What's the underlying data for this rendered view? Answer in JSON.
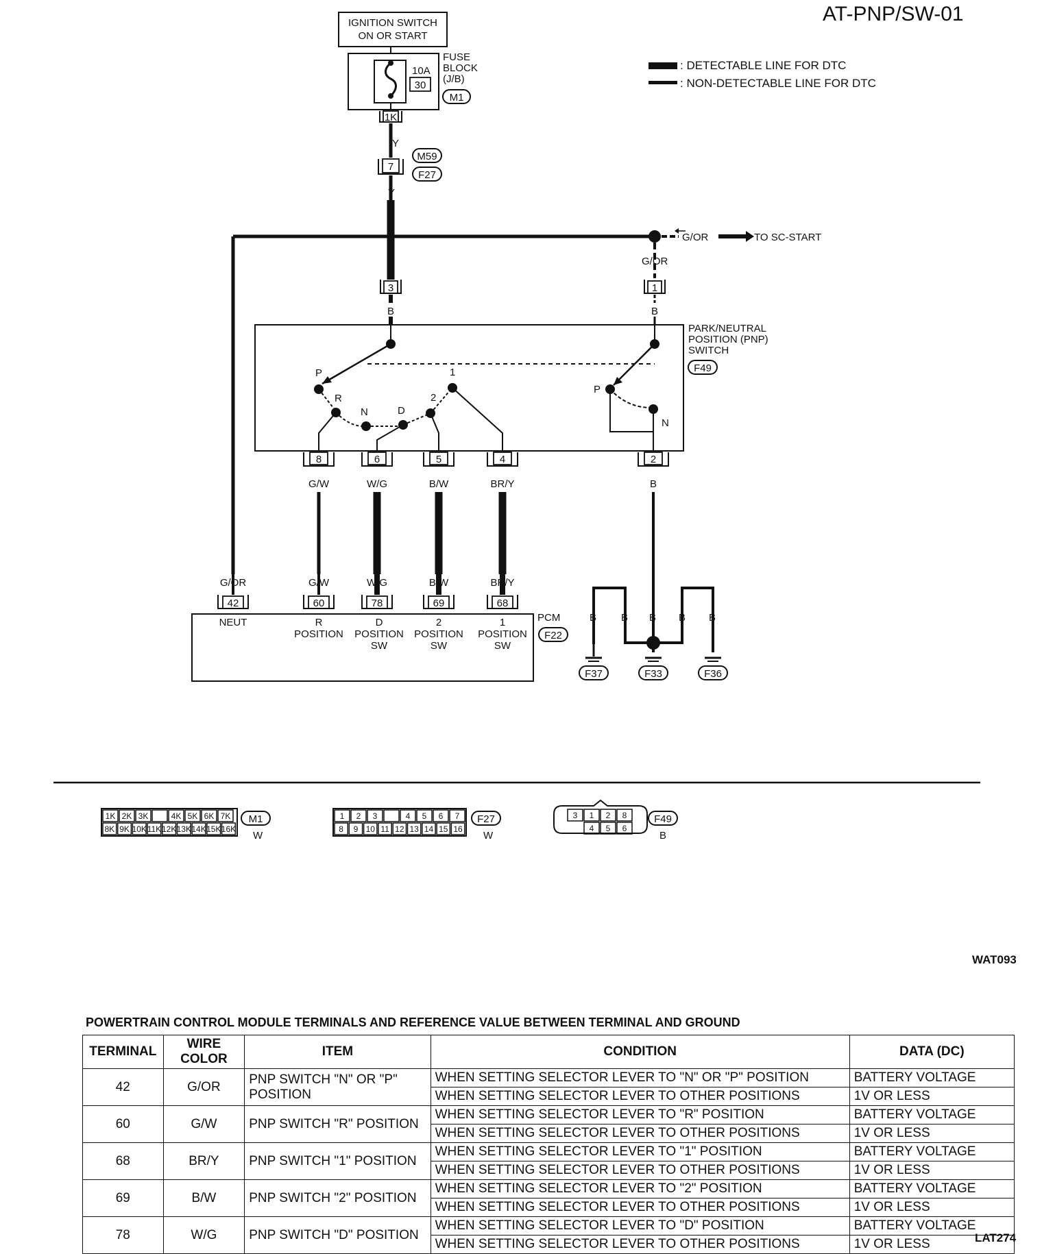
{
  "page_code": "AT-PNP/SW-01",
  "figure_code": "WAT093",
  "footer_code": "LAT274",
  "legend": {
    "detectable": ": DETECTABLE LINE FOR DTC",
    "non_detectable": ": NON-DETECTABLE LINE FOR DTC"
  },
  "power": {
    "ignition_line1": "IGNITION SWITCH",
    "ignition_line2": "ON OR START",
    "fuse_block_line1": "FUSE",
    "fuse_block_line2": "BLOCK",
    "fuse_block_line3": "(J/B)",
    "fuse_amp": "10A",
    "fuse_number": "30",
    "fuse_connector": "M1",
    "fuse_terminal": "1K"
  },
  "junction": {
    "terminal": "7",
    "connector_a": "M59",
    "connector_b": "F27",
    "wire_color": "Y"
  },
  "sc_start": {
    "wire_color": "G/OR",
    "label": "TO SC-START"
  },
  "pnp_switch": {
    "line1": "PARK/NEUTRAL",
    "line2": "POSITION (PNP)",
    "line3": "SWITCH",
    "connector": "F49",
    "in_terminals": [
      {
        "terminal": "3",
        "wire_in": "Y",
        "wire_out": "B"
      },
      {
        "terminal": "1",
        "wire_in": "G/OR",
        "wire_out": "B"
      }
    ],
    "positions": [
      "P",
      "R",
      "N",
      "D",
      "2",
      "1",
      "P",
      "N"
    ],
    "out_terminals": [
      {
        "terminal": "8",
        "wire": "G/W"
      },
      {
        "terminal": "6",
        "wire": "W/G"
      },
      {
        "terminal": "5",
        "wire": "B/W"
      },
      {
        "terminal": "4",
        "wire": "BR/Y"
      },
      {
        "terminal": "2",
        "wire": "B"
      }
    ]
  },
  "pcm": {
    "label": "PCM",
    "connector": "F22",
    "terminals": [
      {
        "wire": "G/OR",
        "terminal": "42",
        "label1": "NEUT",
        "label2": "",
        "label3": ""
      },
      {
        "wire": "G/W",
        "terminal": "60",
        "label1": "R",
        "label2": "POSITION",
        "label3": ""
      },
      {
        "wire": "W/G",
        "terminal": "78",
        "label1": "D",
        "label2": "POSITION",
        "label3": "SW"
      },
      {
        "wire": "B/W",
        "terminal": "69",
        "label1": "2",
        "label2": "POSITION",
        "label3": "SW"
      },
      {
        "wire": "BR/Y",
        "terminal": "68",
        "label1": "1",
        "label2": "POSITION",
        "label3": "SW"
      }
    ]
  },
  "grounds": {
    "wire": "B",
    "connectors": [
      "F37",
      "F33",
      "F36"
    ]
  },
  "connector_views": {
    "m1": {
      "id": "M1",
      "color": "W",
      "row1": [
        "1K",
        "2K",
        "3K",
        "",
        "4K",
        "5K",
        "6K",
        "7K"
      ],
      "row2": [
        "8K",
        "9K",
        "10K",
        "11K",
        "12K",
        "13K",
        "14K",
        "15K",
        "16K"
      ]
    },
    "f27": {
      "id": "F27",
      "color": "W",
      "row1": [
        "1",
        "2",
        "3",
        "",
        "4",
        "5",
        "6",
        "7"
      ],
      "row2": [
        "8",
        "9",
        "10",
        "11",
        "12",
        "13",
        "14",
        "15",
        "16"
      ]
    },
    "f49": {
      "id": "F49",
      "color": "B",
      "row1": [
        "3",
        "1",
        "2",
        "8"
      ],
      "row2": [
        "4",
        "5",
        "6"
      ]
    }
  },
  "reference_table": {
    "title": "POWERTRAIN CONTROL MODULE TERMINALS AND REFERENCE VALUE BETWEEN TERMINAL AND GROUND",
    "headers": [
      "TERMINAL",
      "WIRE COLOR",
      "ITEM",
      "CONDITION",
      "DATA (DC)"
    ],
    "rows": [
      {
        "terminal": "42",
        "wire": "G/OR",
        "item": "PNP SWITCH \"N\" OR \"P\" POSITION",
        "cond1": "WHEN SETTING SELECTOR LEVER TO \"N\" OR \"P\" POSITION",
        "data1": "BATTERY VOLTAGE",
        "cond2": "WHEN SETTING SELECTOR LEVER TO OTHER POSITIONS",
        "data2": "1V OR LESS"
      },
      {
        "terminal": "60",
        "wire": "G/W",
        "item": "PNP SWITCH \"R\" POSITION",
        "cond1": "WHEN SETTING SELECTOR LEVER TO \"R\" POSITION",
        "data1": "BATTERY VOLTAGE",
        "cond2": "WHEN SETTING SELECTOR LEVER TO OTHER POSITIONS",
        "data2": "1V OR LESS"
      },
      {
        "terminal": "68",
        "wire": "BR/Y",
        "item": "PNP SWITCH \"1\" POSITION",
        "cond1": "WHEN SETTING SELECTOR LEVER TO \"1\" POSITION",
        "data1": "BATTERY VOLTAGE",
        "cond2": "WHEN SETTING SELECTOR LEVER TO OTHER POSITIONS",
        "data2": "1V OR LESS"
      },
      {
        "terminal": "69",
        "wire": "B/W",
        "item": "PNP SWITCH \"2\" POSITION",
        "cond1": "WHEN SETTING SELECTOR LEVER TO \"2\" POSITION",
        "data1": "BATTERY VOLTAGE",
        "cond2": "WHEN SETTING SELECTOR LEVER TO OTHER POSITIONS",
        "data2": "1V OR LESS"
      },
      {
        "terminal": "78",
        "wire": "W/G",
        "item": "PNP SWITCH \"D\" POSITION",
        "cond1": "WHEN SETTING SELECTOR LEVER TO \"D\" POSITION",
        "data1": "BATTERY VOLTAGE",
        "cond2": "WHEN SETTING SELECTOR LEVER TO OTHER POSITIONS",
        "data2": "1V OR LESS"
      }
    ]
  }
}
